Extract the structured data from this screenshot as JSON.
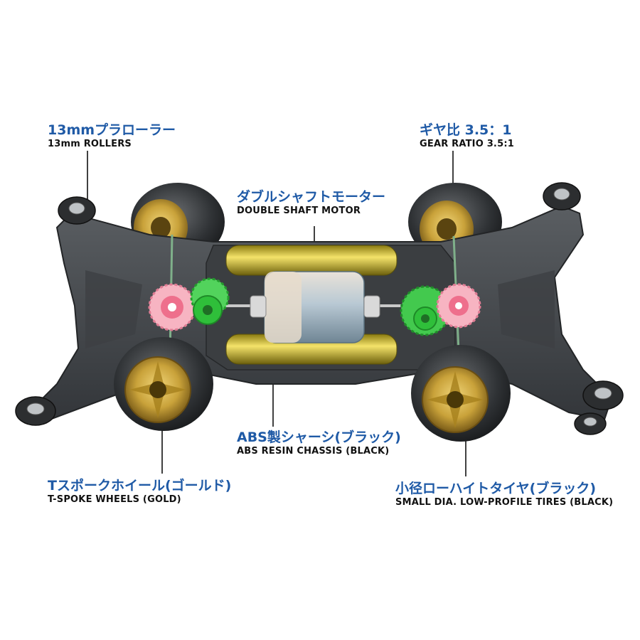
{
  "labels": {
    "rollers": {
      "jp": "13mmプラローラー",
      "en": "13mm ROLLERS"
    },
    "gear_ratio": {
      "jp": "ギヤ比 3.5：1",
      "en": "GEAR RATIO 3.5:1"
    },
    "motor": {
      "jp": "ダブルシャフトモーター",
      "en": "DOUBLE SHAFT MOTOR"
    },
    "chassis": {
      "jp": "ABS製シャーシ(ブラック)",
      "en": "ABS RESIN CHASSIS (BLACK)"
    },
    "wheels": {
      "jp": "Tスポークホイール(ゴールド)",
      "en": "T-SPOKE WHEELS (GOLD)"
    },
    "tires": {
      "jp": "小径ローハイトタイヤ(ブラック)",
      "en": "SMALL DIA. LOW-PROFILE TIRES (BLACK)"
    }
  },
  "colors": {
    "label_jp": "#1f5aa6",
    "label_en": "#111111",
    "chassis": "#4a4d50",
    "wheel_gold": "#c9a23a",
    "tire": "#2a2c2e",
    "gear_green": "#2fbf3a",
    "gear_pink": "#f28aa0",
    "motor_can": "#9fb6c4",
    "battery_gold": "#d8c23a"
  }
}
